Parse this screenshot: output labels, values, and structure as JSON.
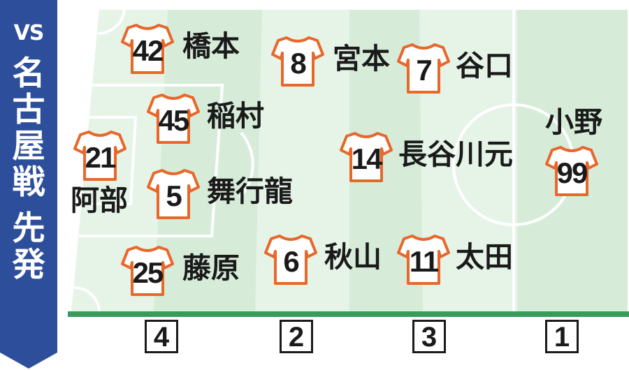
{
  "side": {
    "vs": "VS",
    "title_chars": [
      "名",
      "古",
      "屋",
      "戦"
    ],
    "subtitle_chars": [
      "先",
      "発"
    ]
  },
  "players": [
    {
      "number": "42",
      "name": "橋本"
    },
    {
      "number": "8",
      "name": "宮本"
    },
    {
      "number": "7",
      "name": "谷口"
    },
    {
      "number": "45",
      "name": "稲村"
    },
    {
      "number": "21",
      "name": "阿部"
    },
    {
      "number": "14",
      "name": "長谷川元"
    },
    {
      "number": "99",
      "name": "小野"
    },
    {
      "number": "5",
      "name": "舞行龍"
    },
    {
      "number": "25",
      "name": "藤原"
    },
    {
      "number": "6",
      "name": "秋山"
    },
    {
      "number": "11",
      "name": "太田"
    }
  ],
  "markers": [
    "4",
    "2",
    "3",
    "1"
  ],
  "colors": {
    "banner": "#2d4f9b",
    "pitch_light": "#e4f3e6",
    "pitch_dark": "#d2ead6",
    "touchline": "#3a9a5a",
    "shirt_stroke": "#e8672a"
  }
}
